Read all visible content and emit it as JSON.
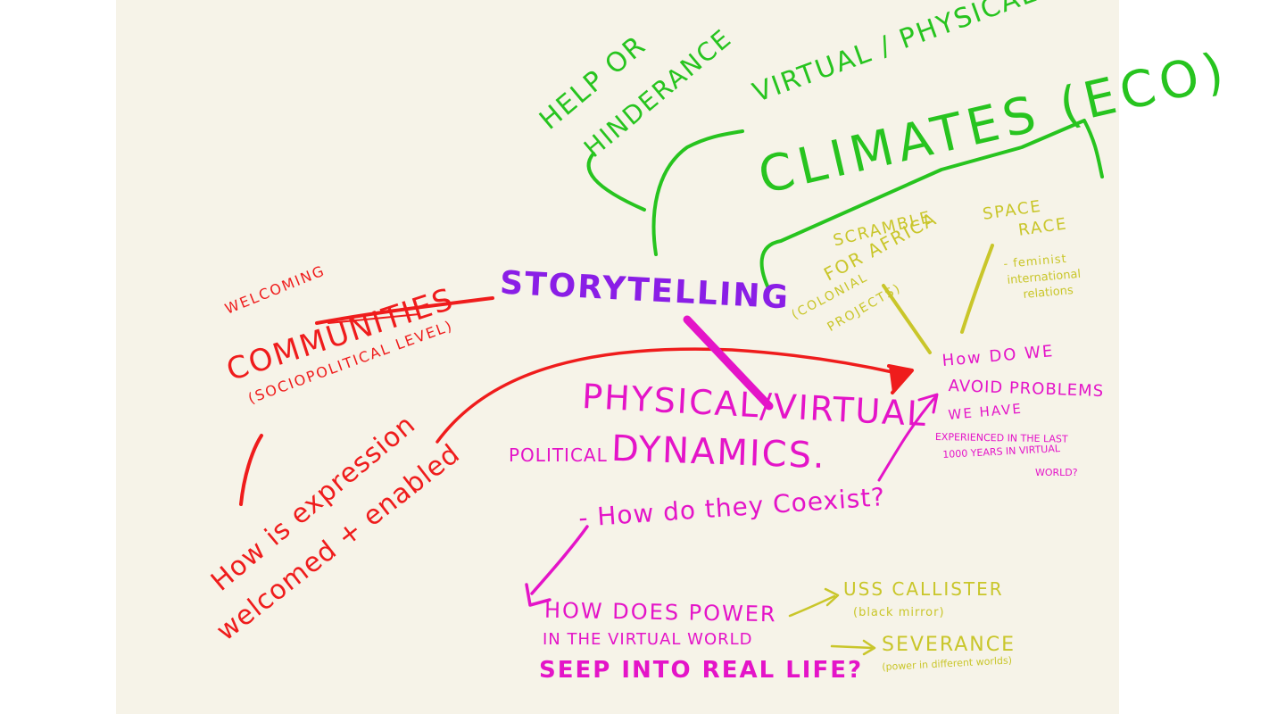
{
  "colors": {
    "background": "#f6f3e8",
    "page_margin": "#ffffff",
    "green": "#27c41f",
    "red": "#ef1c1c",
    "purple": "#8a1ee6",
    "magenta": "#e414c8",
    "olive": "#c9c62a"
  },
  "central": {
    "label": "STORYTELLING"
  },
  "help": {
    "line1": "HELP OR",
    "line2": "HINDERANCE"
  },
  "climates": {
    "subtitle": "VIRTUAL / PHYSICAL",
    "title": "CLIMATES (ECO)"
  },
  "communities": {
    "line1": "WELCOMING",
    "line2": "COMMUNITIES",
    "line3": "(SOCIOPOLITICAL LEVEL)"
  },
  "expression": {
    "line1": "How is expression",
    "line2": "welcomed + enabled"
  },
  "dynamics": {
    "title": "PHYSICAL/VIRTUAL",
    "prefix": "POLITICAL",
    "word": "DYNAMICS.",
    "question": "- How do they Coexist?"
  },
  "scramble": {
    "line1": "SCRAMBLE",
    "line2": "FOR AFRICA",
    "line3": "(COLONIAL",
    "line4": "PROJECTS)"
  },
  "space": {
    "line1": "SPACE",
    "line2": "RACE",
    "line3": "- feminist",
    "line4": "international",
    "line5": "relations"
  },
  "avoid": {
    "line1": "How DO WE",
    "line2": "AVOID PROBLEMS",
    "line3": "WE HAVE",
    "line4": "EXPERIENCED IN THE LAST",
    "line5": "1000 YEARS IN VIRTUAL",
    "line6": "WORLD?"
  },
  "power": {
    "line1": "HOW DOES POWER",
    "line2": "IN THE VIRTUAL WORLD",
    "line3": "SEEP INTO REAL LIFE?"
  },
  "callister": {
    "title": "USS CALLISTER",
    "note": "(black mirror)"
  },
  "severance": {
    "title": "SEVERANCE",
    "note": "(power in different worlds)"
  }
}
